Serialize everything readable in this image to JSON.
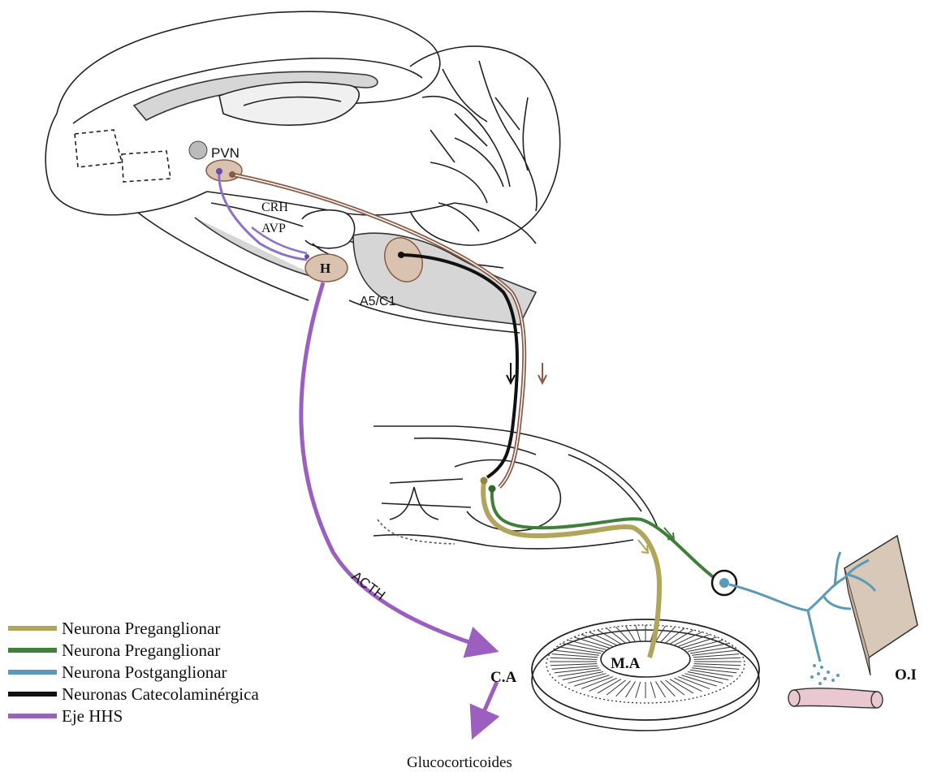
{
  "labels": {
    "pvn": "PVN",
    "crh": "CRH",
    "avp": "AVP",
    "h": "H",
    "a5c1": "A5/C1",
    "acth": "ACTH",
    "ca": "C.A",
    "ma": "M.A",
    "oi": "O.I",
    "glucocorticoides": "Glucocorticoides"
  },
  "legend": [
    {
      "label": "Neurona Preganglionar",
      "color": "#b0a55a"
    },
    {
      "label": "Neurona Preganglionar",
      "color": "#3f7f3a"
    },
    {
      "label": "Neurona Postganglionar",
      "color": "#5a9ab8"
    },
    {
      "label": "Neuronas Catecolaminérgica",
      "color": "#111111"
    },
    {
      "label": "Eje HHS",
      "color": "#9b5fc0"
    }
  ],
  "colors": {
    "brown": "#8a5a44",
    "nucleus_fill": "#d9c2b0",
    "gland_tissue": "#e6d0cf",
    "vessel": "#e9c8d0"
  }
}
